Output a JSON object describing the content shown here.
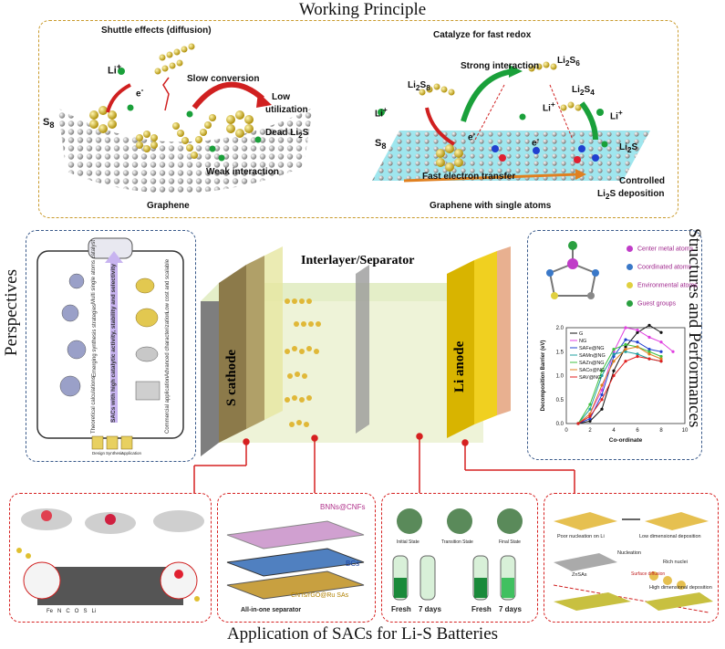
{
  "titles": {
    "top": "Working Principle",
    "bottom": "Application of SACs for Li-S Batteries",
    "left": "Perspectives",
    "right": "Structures and Performances",
    "interlayer": "Interlayer/Separator",
    "cathode": "S cathode",
    "anode": "Li anode"
  },
  "working_principle": {
    "left": {
      "shuttle": "Shuttle effects (diffusion)",
      "li": "Li",
      "li_sup": "+",
      "e": "e",
      "e_sup": "-",
      "slow": "Slow conversion",
      "low": "Low",
      "utilization": "utilization",
      "s8": "S",
      "s8_sub": "8",
      "dead": "Dead Li",
      "dead_sub": "2",
      "dead_tail": "S",
      "weak": "Weak interaction",
      "graphene": "Graphene"
    },
    "right": {
      "catalyze": "Catalyze for fast redox",
      "strong": "Strong interaction",
      "li2s8": "Li",
      "li2s8_sub1": "2",
      "li2s8_s": "S",
      "li2s8_sub2": "8",
      "li2s6": "Li",
      "li2s6_sub1": "2",
      "li2s6_s": "S",
      "li2s6_sub2": "6",
      "li2s4": "Li",
      "li2s4_sub1": "2",
      "li2s4_s": "S",
      "li2s4_sub2": "4",
      "li_left": "Li",
      "li_left_sup": "+",
      "li_mid": "Li",
      "li_mid_sup": "+",
      "li_right": "Li",
      "li_right_sup": "+",
      "e1": "e",
      "e1_sup": "-",
      "e2": "e",
      "e2_sup": "-",
      "s8": "S",
      "s8_sub": "8",
      "li2s": "Li",
      "li2s_sub": "2",
      "li2s_s": "S",
      "fast_transfer": "Fast electron transfer",
      "controlled": "Controlled",
      "li2s_dep": "Li",
      "li2s_dep_sub": "2",
      "li2s_dep_tail": "S deposition",
      "graphene_sa": "Graphene with single atoms"
    }
  },
  "perspectives": {
    "arrow_text": "SACs with high catalytic activity, stability and selectivity",
    "items": [
      "Multi single atoms catalyst",
      "Emerging synthesis strategies",
      "Theoretical calculations",
      "Low cost and scalable",
      "Advanced characterization",
      "Commercial application"
    ],
    "bottom_items": [
      "Design",
      "Synthesis",
      "Application"
    ]
  },
  "structures": {
    "legend": [
      {
        "label": "Center metal atoms",
        "color": "#c03cc8"
      },
      {
        "label": "Coordinated atoms",
        "color": "#3a78c8"
      },
      {
        "label": "Environmental atoms",
        "color": "#e0d040"
      },
      {
        "label": "Guest groups",
        "color": "#2aa040"
      }
    ]
  },
  "chart_data": {
    "type": "line",
    "xlabel": "Co-ordinate",
    "ylabel": "Decomposition Barrier (eV)",
    "xlim": [
      0,
      10
    ],
    "ylim": [
      0,
      2.0
    ],
    "xticks": [
      "0",
      "2",
      "4",
      "6",
      "8",
      "10"
    ],
    "yticks": [
      "0.0",
      "0.5",
      "1.0",
      "1.5",
      "2.0"
    ],
    "legend_position": "top-left",
    "series": [
      {
        "name": "G",
        "color": "#111111",
        "x": [
          1,
          2,
          3,
          4,
          5,
          6,
          7,
          8
        ],
        "values": [
          0.0,
          0.05,
          0.3,
          1.1,
          1.6,
          1.9,
          2.05,
          1.9
        ]
      },
      {
        "name": "NG",
        "color": "#e040e0",
        "x": [
          1,
          2,
          3,
          4,
          5,
          6,
          7,
          8,
          9
        ],
        "values": [
          0.0,
          0.2,
          0.7,
          1.5,
          2.0,
          1.95,
          1.8,
          1.7,
          1.5
        ]
      },
      {
        "name": "SAFe@NG",
        "color": "#2040d0",
        "x": [
          1,
          2,
          3,
          4,
          5,
          6,
          7,
          8
        ],
        "values": [
          0.0,
          0.1,
          0.6,
          1.4,
          1.75,
          1.7,
          1.55,
          1.5
        ]
      },
      {
        "name": "SAMn@NG",
        "color": "#20a0a0",
        "x": [
          1,
          2,
          3,
          4,
          5,
          6,
          7,
          8
        ],
        "values": [
          0.0,
          0.3,
          1.0,
          1.45,
          1.5,
          1.45,
          1.35,
          1.3
        ]
      },
      {
        "name": "SAZn@NG",
        "color": "#40c040",
        "x": [
          1,
          2,
          3,
          4,
          5,
          6,
          7,
          8
        ],
        "values": [
          0.0,
          0.4,
          1.1,
          1.55,
          1.65,
          1.6,
          1.5,
          1.4
        ]
      },
      {
        "name": "SACo@NG",
        "color": "#e08020",
        "x": [
          1,
          2,
          3,
          4,
          5,
          6,
          7,
          8
        ],
        "values": [
          0.0,
          0.2,
          0.8,
          1.3,
          1.55,
          1.6,
          1.45,
          1.35
        ]
      },
      {
        "name": "SAV@NG",
        "color": "#e02020",
        "x": [
          1,
          2,
          3,
          4,
          5,
          6,
          7,
          8
        ],
        "values": [
          0.0,
          0.15,
          0.5,
          1.0,
          1.3,
          1.4,
          1.35,
          1.3
        ]
      }
    ]
  },
  "applications": {
    "p1": {
      "legend": [
        "Fe",
        "N",
        "C",
        "O",
        "S",
        "Li"
      ]
    },
    "p2": {
      "top": "BNNs@CNFs",
      "mid": "BCs",
      "bottom": "CNTs/rGO@Ru SAs",
      "caption": "All-in-one separator"
    },
    "p3": {
      "states": [
        "Initial State",
        "Transition State",
        "Final State"
      ],
      "tubes": [
        "Fresh",
        "7 days",
        "Fresh",
        "7 days"
      ]
    },
    "p4": {
      "poor": "Poor nucleation on Li",
      "low": "Low dimensional deposition",
      "znsas": "ZnSAs",
      "nucleation": "Nucleation",
      "rich": "Rich nuclei",
      "surface": "Surface diffusion",
      "high": "High dimensional deposition"
    }
  },
  "colors": {
    "gold_border": "#c99a2b",
    "blue_border": "#3a5a8a",
    "red_border": "#d62020",
    "cathode": "#8c7a4a",
    "anode": "#d8b400"
  }
}
